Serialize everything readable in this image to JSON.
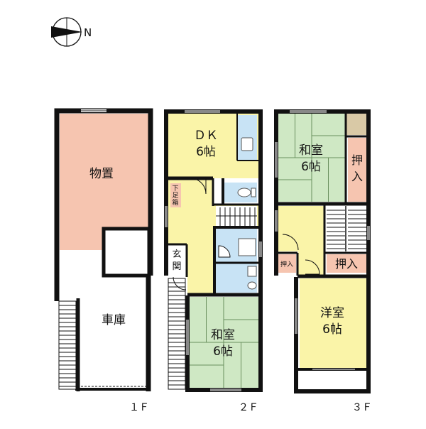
{
  "compass": {
    "label": "N",
    "icon": "north-arrow-icon"
  },
  "colors": {
    "wall": "#111111",
    "storage": "#f6c5b0",
    "dining_kitchen": "#faf4a8",
    "japanese_room": "#cfe8c4",
    "western_room": "#faf4a8",
    "wet_area": "#c8e3f5",
    "hall": "#faf4a8",
    "closet": "#f6c5b0",
    "shoe_box": "#f6c5b0",
    "tokonoma": "#d9c9a6",
    "white": "#ffffff"
  },
  "floors": {
    "f1": {
      "label": "１Ｆ",
      "rooms": {
        "storage": "物置",
        "garage": "車庫"
      }
    },
    "f2": {
      "label": "２Ｆ",
      "rooms": {
        "dk_name": "ＤＫ",
        "dk_size": "6帖",
        "shoe_box": [
          "下",
          "足",
          "箱"
        ],
        "entrance": [
          "玄",
          "関"
        ],
        "washitsu_name": "和室",
        "washitsu_size": "6帖"
      }
    },
    "f3": {
      "label": "３Ｆ",
      "rooms": {
        "washitsu_name": "和室",
        "washitsu_size": "6帖",
        "oshiire_v": [
          "押",
          "入"
        ],
        "oshiire_small": "押入",
        "oshiire_h": "押入",
        "yoshitsu_name": "洋室",
        "yoshitsu_size": "6帖"
      }
    }
  }
}
